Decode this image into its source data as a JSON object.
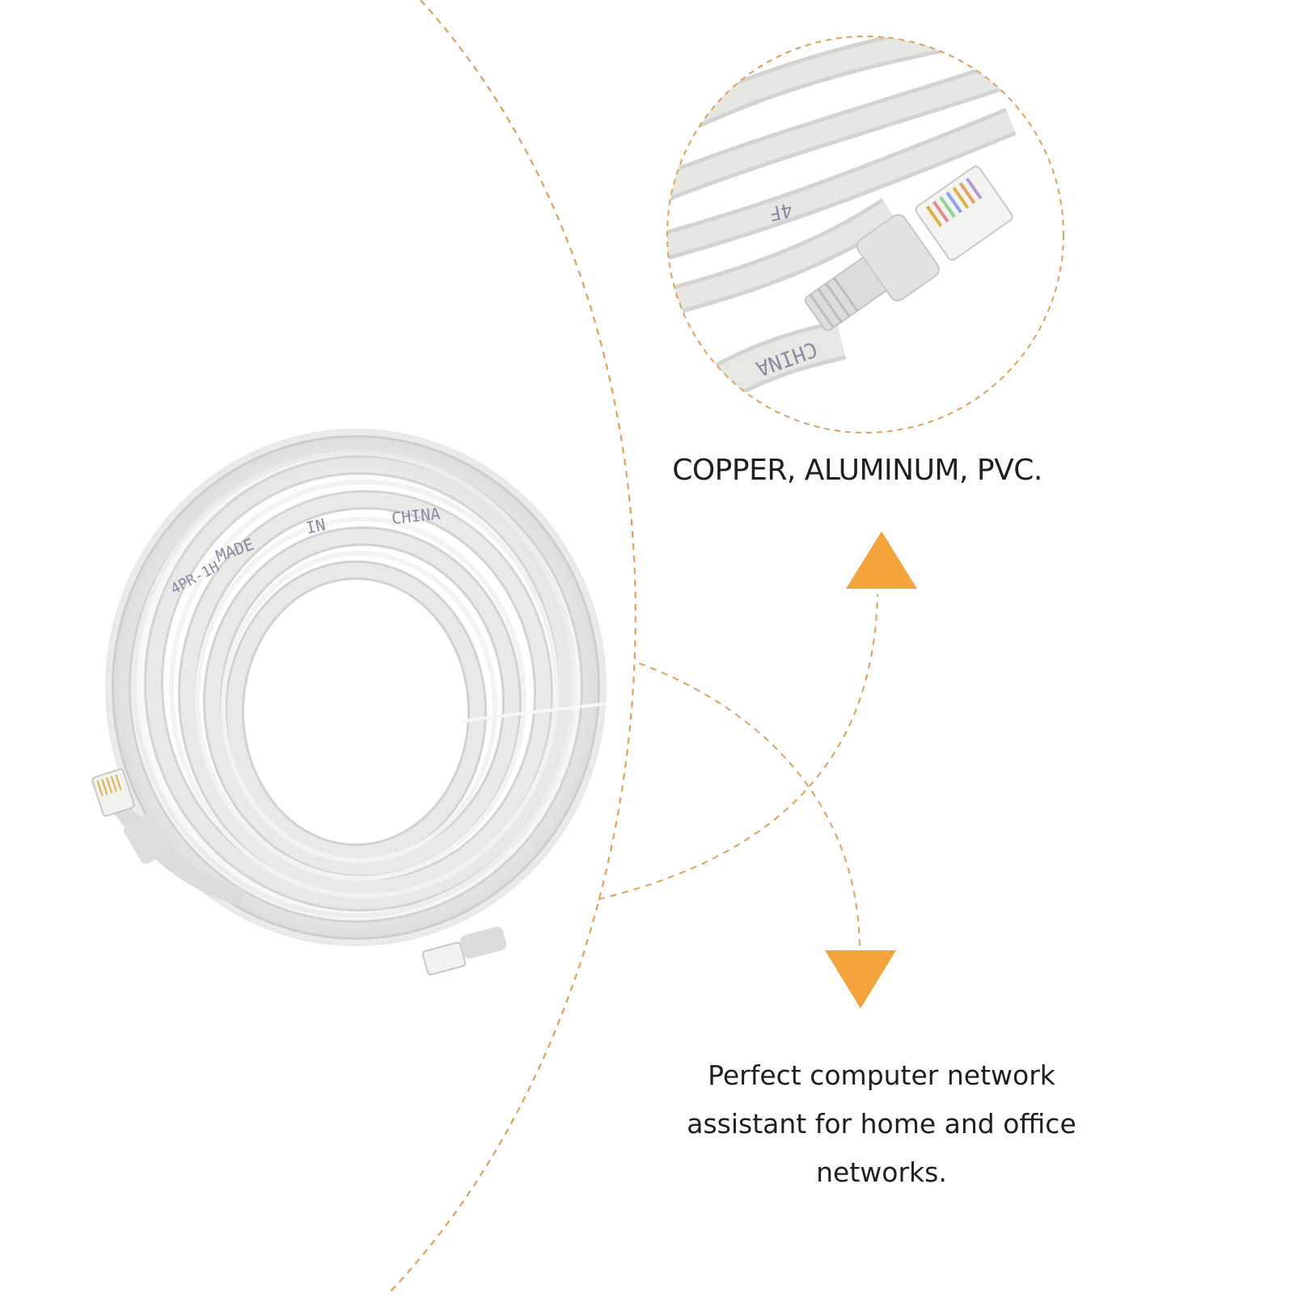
{
  "material_text": "COPPER, ALUMINUM, PVC.",
  "usage_text": "Perfect computer network assistant for home and office networks.",
  "cable_print": {
    "made": "MADE",
    "in": "IN",
    "china": "CHINA",
    "awg": "4PR-1H",
    "zoom_china": "CHINA",
    "zoom_code": "4F"
  },
  "colors": {
    "accent_arrow": "#f3a43a",
    "dashed_line": "#e0a25a",
    "cable": "#e6e6e4",
    "cable_shade": "#c9c9c6"
  },
  "icons": [
    "up-arrow-icon",
    "down-arrow-icon",
    "rj45-connector-icon"
  ]
}
